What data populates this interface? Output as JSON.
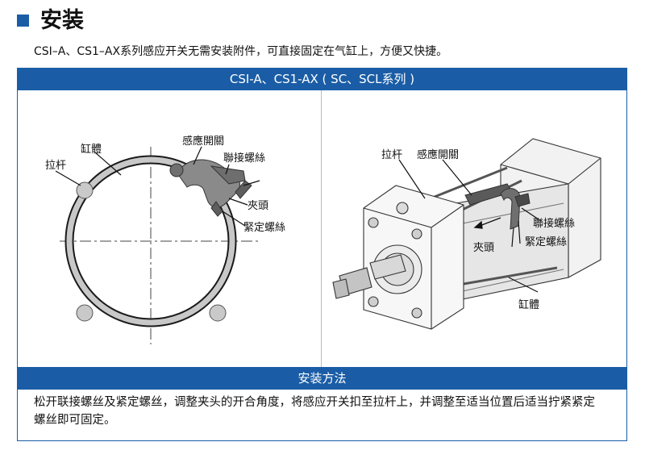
{
  "section": {
    "title": "安装"
  },
  "intro": "CSI–A、CS1–AX系列感应开关无需安装附件，可直接固定在气缸上，方便又快捷。",
  "figure_header": "CSI-A、CS1-AX ( SC、SCL系列 )",
  "left_diagram": {
    "labels": {
      "tie_rod": "拉杆",
      "cylinder_body": "缸體",
      "sensor_switch": "感應開關",
      "linking_screw": "聯接螺絲",
      "clamp_head": "夾頭",
      "fastening_screw": "緊定螺絲"
    }
  },
  "right_diagram": {
    "labels": {
      "tie_rod": "拉杆",
      "sensor_switch": "感應開關",
      "linking_screw": "聯接螺絲",
      "clamp_head": "夾頭",
      "fastening_screw": "緊定螺絲",
      "cylinder_body": "缸體"
    }
  },
  "method": {
    "title": "安装方法",
    "text": "松开联接螺丝及紧定螺丝，调整夹头的开合角度，将感应开关扣至拉杆上，并调整至适当位置后适当拧紧紧定螺丝即可固定。"
  },
  "colors": {
    "accent": "#1a5da6",
    "divider": "#bdbdbd",
    "part_grey": "#9e9e9e"
  }
}
